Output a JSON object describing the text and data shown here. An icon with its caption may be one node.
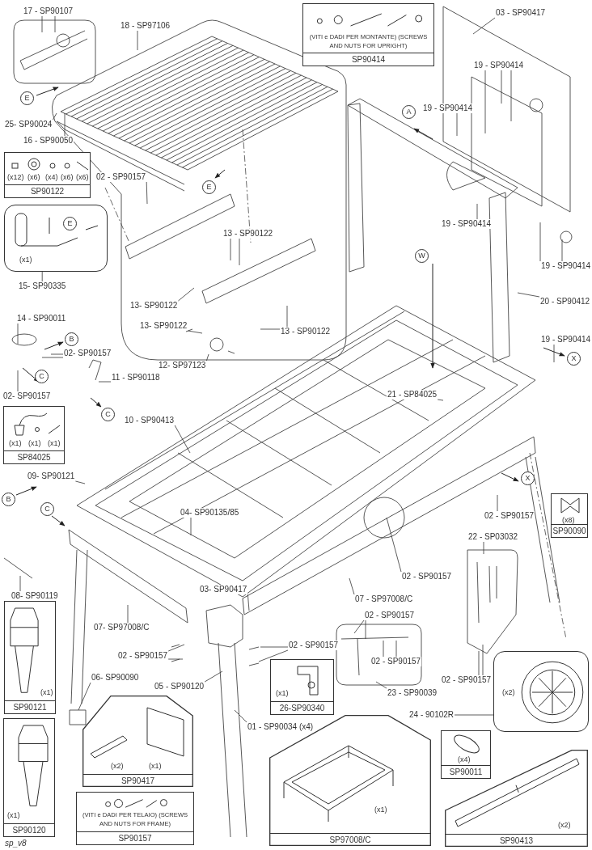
{
  "diagram": {
    "nodes": [
      {
        "text": [
          "17 - SP90107"
        ]
      },
      {
        "text": [
          "18 - SP97106"
        ]
      },
      {
        "text": [
          "03 - SP90417"
        ]
      },
      {
        "text": [
          "19 - SP90414"
        ]
      },
      {
        "text": [
          "19 - SP90414"
        ]
      },
      {
        "text": [
          "25- SP90024"
        ]
      },
      {
        "text": [
          "16 - SP90050"
        ]
      },
      {
        "text": [
          "02 - SP90157"
        ]
      },
      {
        "text": [
          "13 - SP90122"
        ]
      },
      {
        "text": [
          "19 - SP90414"
        ]
      },
      {
        "text": [
          "19 - SP90414"
        ]
      },
      {
        "text": [
          "15- SP90335"
        ]
      },
      {
        "text": [
          "13- SP90122"
        ]
      },
      {
        "text": [
          "20 - SP90412"
        ]
      },
      {
        "text": [
          "14 - SP90011"
        ]
      },
      {
        "text": [
          "13- SP90122"
        ]
      },
      {
        "text": [
          "13 - SP90122"
        ]
      },
      {
        "text": [
          "02- SP90157"
        ]
      },
      {
        "text": [
          "19 - SP90414"
        ]
      },
      {
        "text": [
          "12- SP97123"
        ]
      },
      {
        "text": [
          "11 - SP90118"
        ]
      },
      {
        "text": [
          "02- SP90157"
        ]
      },
      {
        "text": [
          "21 - SP84025"
        ]
      },
      {
        "text": [
          "10 - SP90413"
        ]
      },
      {
        "text": [
          "09- SP90121"
        ]
      },
      {
        "text": [
          "02 - SP90157"
        ]
      },
      {
        "text": [
          "04- SP90135/85"
        ]
      },
      {
        "text": [
          "22 - SP03032"
        ]
      },
      {
        "text": [
          "02 - SP90157"
        ]
      },
      {
        "text": [
          "08- SP90119"
        ]
      },
      {
        "text": [
          "03- SP90417"
        ]
      },
      {
        "text": [
          "07 - SP97008/C"
        ]
      },
      {
        "text": [
          "07- SP97008/C"
        ]
      },
      {
        "text": [
          "02 - SP90157"
        ]
      },
      {
        "text": [
          "02 - SP90157"
        ]
      },
      {
        "text": [
          "02 - SP90157"
        ]
      },
      {
        "text": [
          "02 - SP90157"
        ]
      },
      {
        "text": [
          "02 - SP90157"
        ]
      },
      {
        "text": [
          "06- SP90090"
        ]
      },
      {
        "text": [
          "05 - SP90120"
        ]
      },
      {
        "text": [
          "23 - SP90039"
        ]
      },
      {
        "text": [
          "24 - 90102R"
        ]
      },
      {
        "text": [
          "01 - SP90034 (x4)"
        ]
      },
      {
        "text": [
          "(VITI e DADI PER MONTANTE) (SCREWS AND NUTS FOR UPRIGHT)",
          "SP90414"
        ]
      },
      {
        "text": [
          "(x12)",
          "(x6)",
          "(x4)",
          "(x6)",
          "(x6)",
          "SP90122"
        ]
      },
      {
        "text": [
          "(x1)"
        ]
      },
      {
        "text": [
          "(x1)",
          "(x1)",
          "(x1)",
          "SP84025"
        ]
      },
      {
        "text": [
          "(x8)",
          "SP90090"
        ]
      },
      {
        "text": [
          "(x1)",
          "SP90121"
        ]
      },
      {
        "text": [
          "(x1)",
          "26-SP90340"
        ]
      },
      {
        "text": [
          "(x1)",
          "SP90120"
        ]
      },
      {
        "text": [
          "(x2)",
          "(x1)",
          "SP90417"
        ]
      },
      {
        "text": [
          "(x2)"
        ]
      },
      {
        "text": [
          "(VITI e DADI PER TELAIO) (SCREWS AND NUTS FOR FRAME)",
          "SP90157"
        ]
      },
      {
        "text": [
          "(x4)",
          "SP90011"
        ]
      },
      {
        "text": [
          "(x1)",
          "SP97008/C"
        ]
      },
      {
        "text": [
          "(x2)",
          "SP90413"
        ]
      }
    ],
    "edges": [
      {
        "from": 0,
        "to": null,
        "arrow": "none"
      },
      {
        "from": 0,
        "to": null,
        "arrow": "none"
      },
      {
        "from": 1,
        "to": null,
        "arrow": "none"
      },
      {
        "from": 2,
        "to": null,
        "arrow": "none"
      },
      {
        "from": 3,
        "to": null,
        "arrow": "none"
      },
      {
        "from": 3,
        "to": null,
        "arrow": "none"
      },
      {
        "from": 3,
        "to": null,
        "arrow": "none"
      },
      {
        "from": 4,
        "to": null,
        "arrow": "none"
      },
      {
        "from": 5,
        "to": null,
        "arrow": "none"
      },
      {
        "from": 6,
        "to": null,
        "arrow": "none"
      },
      {
        "from": 7,
        "to": null,
        "arrow": "none"
      },
      {
        "from": 8,
        "to": null,
        "arrow": "none"
      },
      {
        "from": 8,
        "to": null,
        "arrow": "none"
      },
      {
        "from": 9,
        "to": null,
        "arrow": "none"
      },
      {
        "from": 10,
        "to": null,
        "arrow": "none"
      },
      {
        "from": 10,
        "to": null,
        "arrow": "none"
      },
      {
        "from": 11,
        "to": 45,
        "arrow": "none"
      },
      {
        "from": 12,
        "to": null,
        "arrow": "none"
      },
      {
        "from": 13,
        "to": null,
        "arrow": "none"
      },
      {
        "from": 14,
        "to": null,
        "arrow": "none"
      },
      {
        "from": 15,
        "to": null,
        "arrow": "none"
      },
      {
        "from": 16,
        "to": null,
        "arrow": "none"
      },
      {
        "from": 16,
        "to": null,
        "arrow": "none"
      },
      {
        "from": 17,
        "to": null,
        "arrow": "none"
      },
      {
        "from": 17,
        "to": null,
        "arrow": "none"
      },
      {
        "from": 18,
        "to": null,
        "arrow": "none"
      },
      {
        "from": 19,
        "to": null,
        "arrow": "none"
      },
      {
        "from": 20,
        "to": null,
        "arrow": "none"
      },
      {
        "from": 21,
        "to": null,
        "arrow": "none"
      },
      {
        "from": 22,
        "to": null,
        "arrow": "none"
      },
      {
        "from": 23,
        "to": null,
        "arrow": "none"
      },
      {
        "from": 24,
        "to": null,
        "arrow": "none"
      },
      {
        "from": 25,
        "to": null,
        "arrow": "none"
      },
      {
        "from": 26,
        "to": null,
        "arrow": "none"
      },
      {
        "from": 27,
        "to": null,
        "arrow": "none"
      },
      {
        "from": 28,
        "to": null,
        "arrow": "none"
      },
      {
        "from": 29,
        "to": null,
        "arrow": "none"
      },
      {
        "from": 30,
        "to": null,
        "arrow": "none"
      },
      {
        "from": 31,
        "to": null,
        "arrow": "none"
      },
      {
        "from": 32,
        "to": null,
        "arrow": "none"
      },
      {
        "from": 33,
        "to": null,
        "arrow": "none"
      },
      {
        "from": 33,
        "to": null,
        "arrow": "none"
      },
      {
        "from": 34,
        "to": null,
        "arrow": "none"
      },
      {
        "from": 34,
        "to": null,
        "arrow": "none"
      },
      {
        "from": 35,
        "to": null,
        "arrow": "none"
      },
      {
        "from": 35,
        "to": null,
        "arrow": "none"
      },
      {
        "from": 36,
        "to": null,
        "arrow": "none"
      },
      {
        "from": 36,
        "to": null,
        "arrow": "none"
      },
      {
        "from": 37,
        "to": null,
        "arrow": "none"
      },
      {
        "from": 37,
        "to": null,
        "arrow": "none"
      },
      {
        "from": 38,
        "to": null,
        "arrow": "none"
      },
      {
        "from": 39,
        "to": null,
        "arrow": "none"
      },
      {
        "from": 40,
        "to": null,
        "arrow": "none"
      },
      {
        "from": 41,
        "to": 52,
        "arrow": "none"
      },
      {
        "from": 42,
        "to": null,
        "arrow": "none"
      }
    ],
    "labels": [
      "E",
      "A",
      "E",
      "E",
      "W",
      "B",
      "X",
      "C",
      "C",
      "X",
      "B",
      "C",
      "sp_v8"
    ]
  }
}
